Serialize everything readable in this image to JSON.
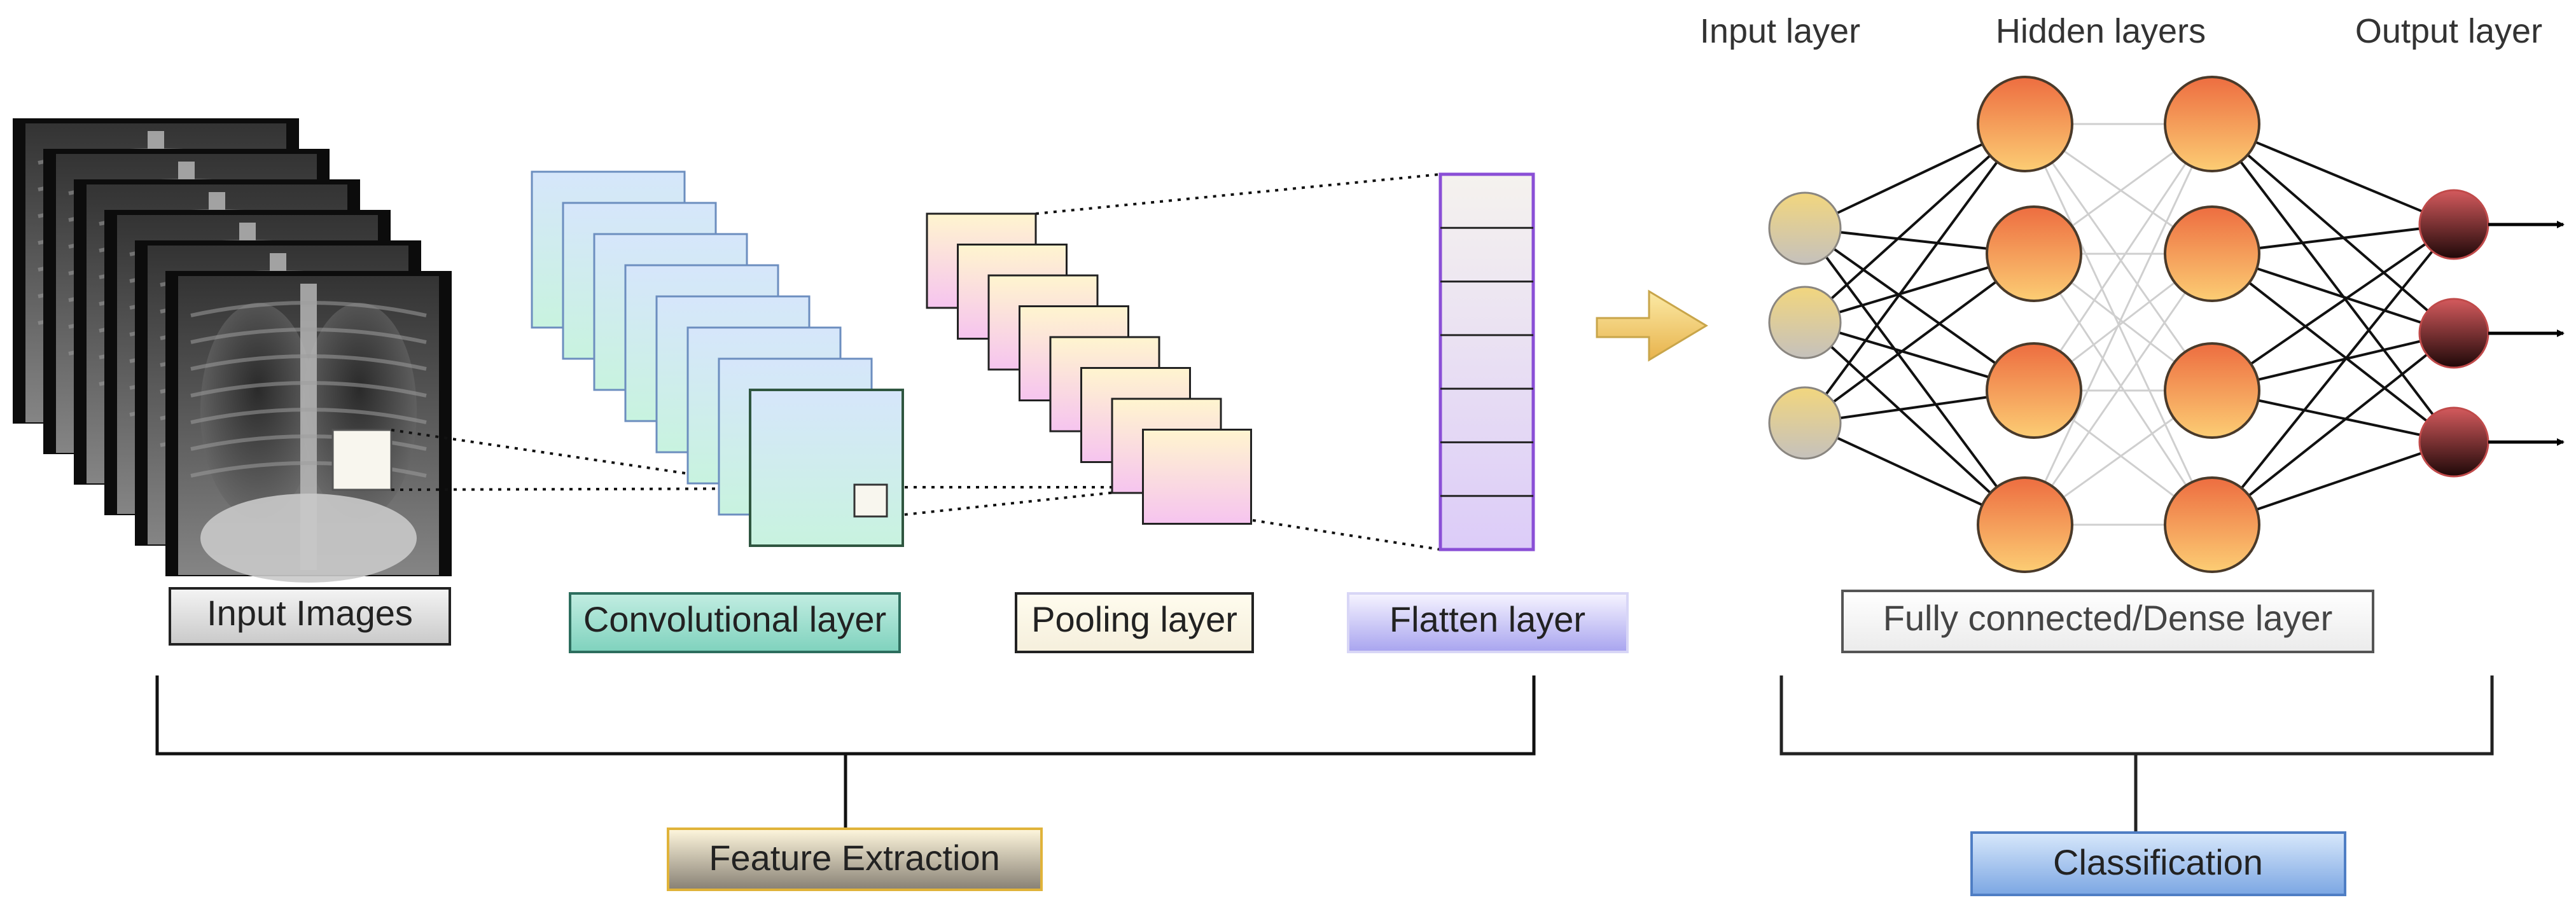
{
  "feature_extraction": {
    "input_images_label": "Input Images",
    "conv_label": "Convolutional layer",
    "pooling_label": "Pooling layer",
    "flatten_label": "Flatten layer",
    "group_label": "Feature Extraction"
  },
  "classification": {
    "input_layer_label": "Input layer",
    "hidden_layers_label": "Hidden layers",
    "output_layer_label": "Output layer",
    "dense_label": "Fully connected/Dense layer",
    "group_label": "Classification"
  },
  "colors": {
    "xray_frame": "#111111",
    "conv_fill_top": "#d6e6fb",
    "conv_fill_bottom": "#c8f3df",
    "conv_stroke": "#6c8ebf",
    "pool_fill_top": "#fff4cc",
    "pool_fill_bottom": "#f7c6f0",
    "flatten_stroke": "#8a4fd6",
    "neuron_input": "#d9c27a",
    "neuron_hidden": "#ef7a3c",
    "neuron_output": "#8e1c22",
    "arrow_fill": "#f7dc86"
  }
}
